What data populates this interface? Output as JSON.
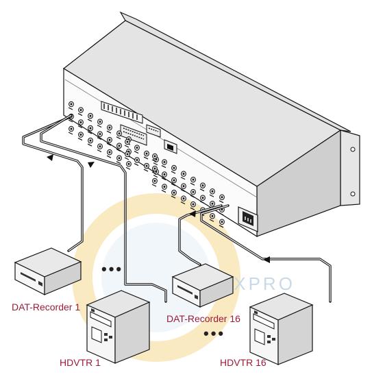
{
  "labels": {
    "dat_recorder_1": "DAT-Recorder 1",
    "dat_recorder_16": "DAT-Recorder 16",
    "hdvtr_1": "HDVTR 1",
    "hdvtr_16": "HDVTR 16",
    "ellipsis_left": "•••",
    "ellipsis_right": "•••"
  },
  "watermark": {
    "text": "LUXPRO"
  },
  "colors": {
    "label_color": "#9b1b3a",
    "device_body": "#f3f3f3",
    "device_side": "#d4d4d4",
    "watermark_ring": "#f6dfa3"
  }
}
